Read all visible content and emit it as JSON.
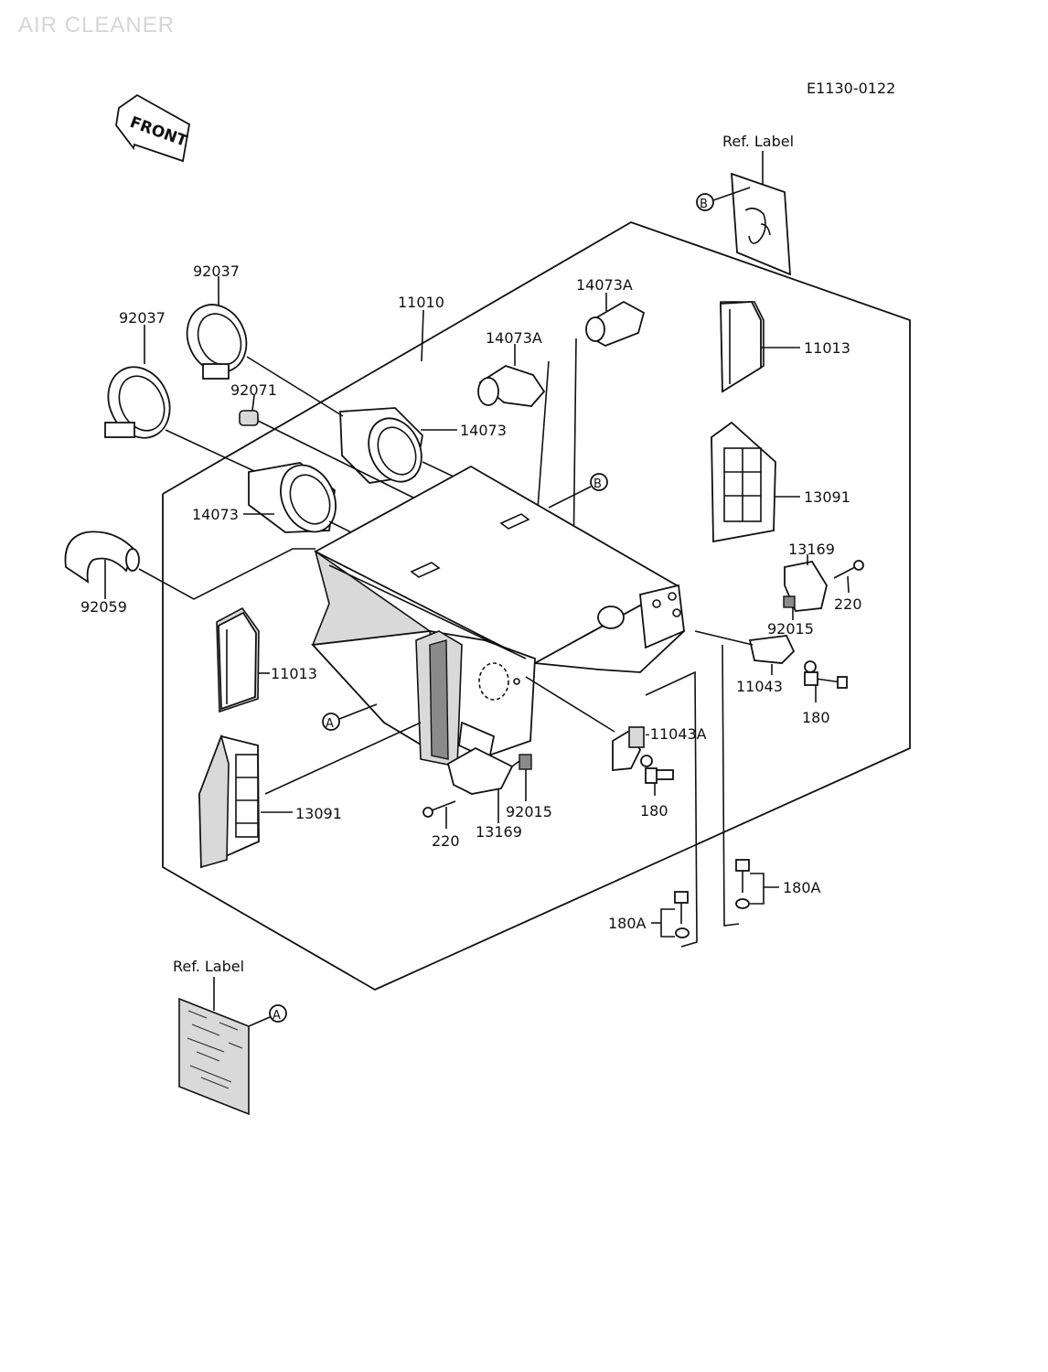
{
  "page": {
    "title": "AIR CLEANER",
    "diagram_code": "E1130-0122",
    "front_arrow_text": "FRONT"
  },
  "ref_labels": [
    {
      "id": "ref-b",
      "title": "Ref. Label",
      "marker": "B"
    },
    {
      "id": "ref-a",
      "title": "Ref. Label",
      "marker": "A"
    }
  ],
  "markers": {
    "housing_a": "A",
    "housing_b": "B"
  },
  "parts": {
    "p_92037_top": "92037",
    "p_92037_left": "92037",
    "p_11010": "11010",
    "p_14073A_top": "14073A",
    "p_14073A_mid": "14073A",
    "p_92071": "92071",
    "p_14073_right": "14073",
    "p_14073_left": "14073",
    "p_92059": "92059",
    "p_11013_right": "11013",
    "p_13091_right": "13091",
    "p_13169_right": "13169",
    "p_220_right": "220",
    "p_92015_right": "92015",
    "p_11043": "11043",
    "p_180_right": "180",
    "p_11043A": "-11043A",
    "p_180_mid": "180",
    "p_11013_left": "11013",
    "p_13091_left": "13091",
    "p_92015_bottom": "92015",
    "p_220_bottom": "220",
    "p_13169_bottom": "13169",
    "p_180A_right": "180A",
    "p_180A_left": "180A"
  }
}
